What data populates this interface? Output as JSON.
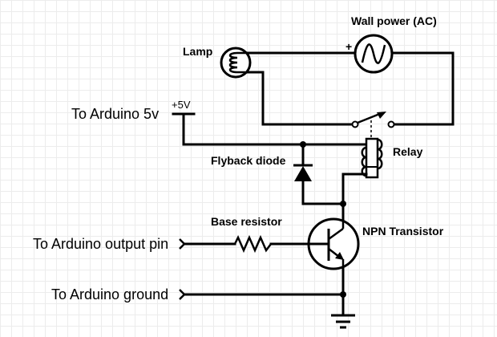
{
  "diagram": {
    "title": "Arduino relay lamp circuit",
    "labels": {
      "lamp": "Lamp",
      "wall_power": "Wall power (AC)",
      "plus_sign": "+",
      "to_5v": "To Arduino 5v",
      "plus_5v": "+5V",
      "relay": "Relay",
      "flyback_diode": "Flyback diode",
      "base_resistor": "Base resistor",
      "npn_transistor": "NPN Transistor",
      "to_output_pin": "To Arduino output pin",
      "to_ground": "To Arduino ground"
    },
    "components": [
      "lamp",
      "ac-source",
      "relay-switch",
      "relay-coil",
      "flyback-diode",
      "base-resistor",
      "npn-transistor",
      "ground"
    ]
  }
}
